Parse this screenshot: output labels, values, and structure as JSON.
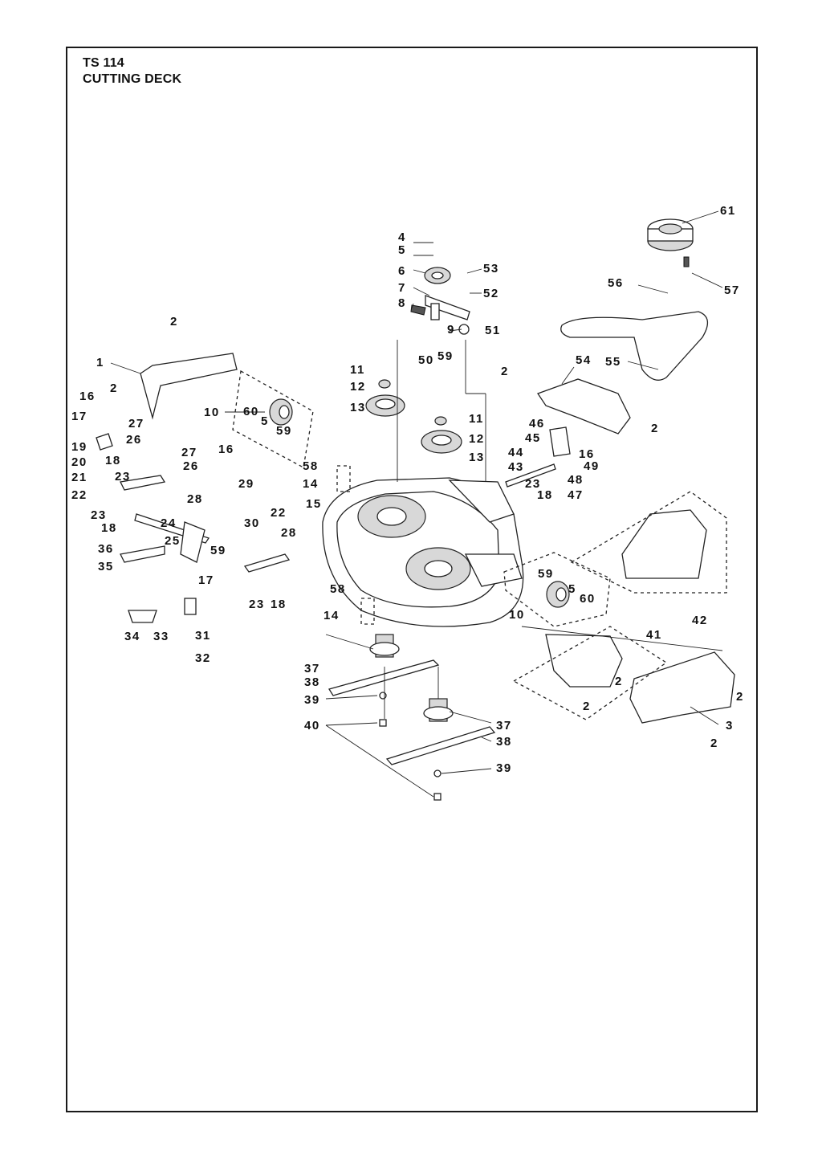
{
  "header": {
    "title": "TS 114",
    "subtitle": "CUTTING DECK"
  },
  "callouts": [
    "1",
    "2",
    "2",
    "2",
    "2",
    "2",
    "2",
    "2",
    "2",
    "3",
    "4",
    "5",
    "5",
    "5",
    "6",
    "7",
    "8",
    "9",
    "10",
    "10",
    "11",
    "11",
    "12",
    "12",
    "13",
    "13",
    "14",
    "14",
    "15",
    "16",
    "16",
    "16",
    "17",
    "17",
    "18",
    "18",
    "18",
    "18",
    "19",
    "20",
    "21",
    "22",
    "22",
    "23",
    "23",
    "23",
    "23",
    "24",
    "25",
    "26",
    "26",
    "27",
    "27",
    "28",
    "28",
    "29",
    "30",
    "31",
    "32",
    "33",
    "34",
    "35",
    "36",
    "37",
    "37",
    "38",
    "38",
    "39",
    "39",
    "40",
    "41",
    "42",
    "43",
    "44",
    "45",
    "46",
    "47",
    "48",
    "49",
    "50",
    "51",
    "52",
    "53",
    "54",
    "55",
    "56",
    "57",
    "58",
    "58",
    "59",
    "59",
    "59",
    "59",
    "60",
    "60",
    "61"
  ]
}
